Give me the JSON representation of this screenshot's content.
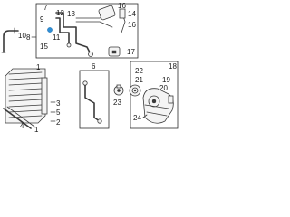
{
  "callouts": {
    "n1": "1",
    "n2": "2",
    "n3": "3",
    "n4": "4",
    "n5": "5",
    "n6": "6",
    "n7": "7",
    "n8": "8",
    "n9": "9",
    "n10": "10",
    "n11": "11",
    "n12": "12",
    "n13": "13",
    "n14": "14",
    "n15": "15",
    "n16": "16",
    "n17": "17",
    "n18": "18",
    "n19": "19",
    "n20": "20",
    "n21": "21",
    "n22": "22",
    "n23": "23",
    "n24": "24"
  },
  "highlight_color": "#2f8fd6"
}
